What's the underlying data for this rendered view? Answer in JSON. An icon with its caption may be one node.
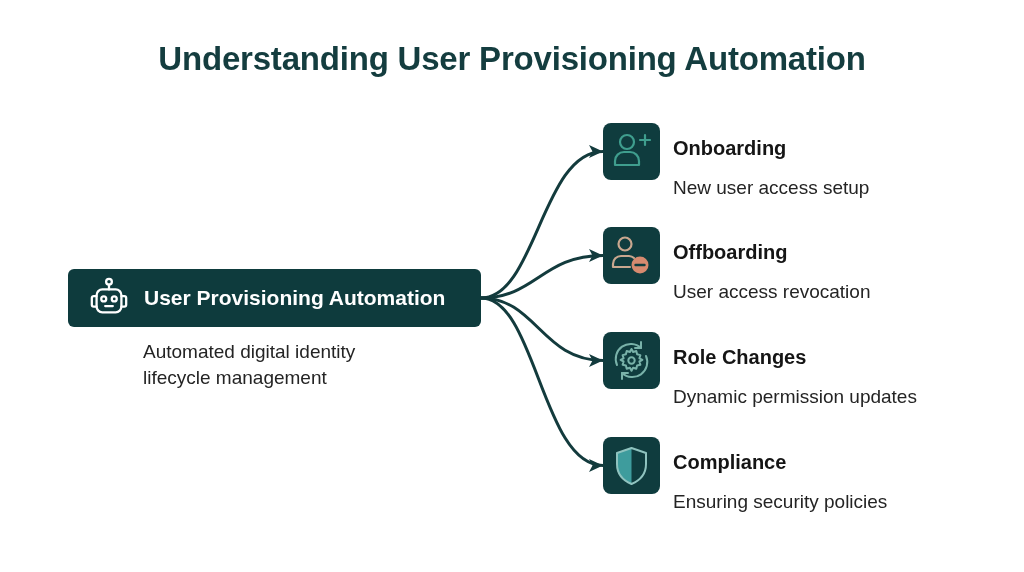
{
  "diagram": {
    "title": "Understanding User Provisioning Automation",
    "nodes": [
      {
        "text": [
          "User Provisioning Automation"
        ],
        "beside": [
          "Automated digital identity lifecycle management"
        ]
      },
      {
        "text": [
          "Onboarding",
          "New user access setup"
        ]
      },
      {
        "text": [
          "Offboarding",
          "User access revocation"
        ]
      },
      {
        "text": [
          "Role Changes",
          "Dynamic permission updates"
        ]
      },
      {
        "text": [
          "Compliance",
          "Ensuring security policies"
        ]
      }
    ],
    "edges": [
      {
        "from": 0,
        "to": 1,
        "arrow": "to"
      },
      {
        "from": 0,
        "to": 2,
        "arrow": "to"
      },
      {
        "from": 0,
        "to": 3,
        "arrow": "to"
      },
      {
        "from": 0,
        "to": 4,
        "arrow": "to"
      }
    ]
  }
}
